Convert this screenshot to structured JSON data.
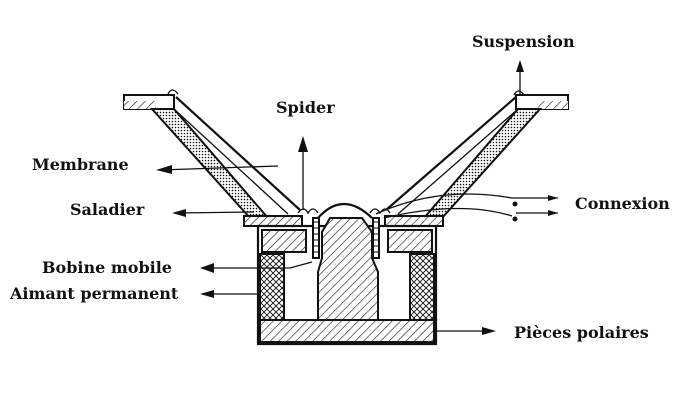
{
  "labels": {
    "suspension": "Suspension",
    "spider": "Spider",
    "membrane": "Membrane",
    "saladier": "Saladier",
    "connexion": "Connexion",
    "bobine_mobile": "Bobine mobile",
    "aimant_permanent": "Aimant permanent",
    "pieces_polaires": "Pièces polaires"
  },
  "colors": {
    "ink": "#111111",
    "background": "#ffffff"
  }
}
